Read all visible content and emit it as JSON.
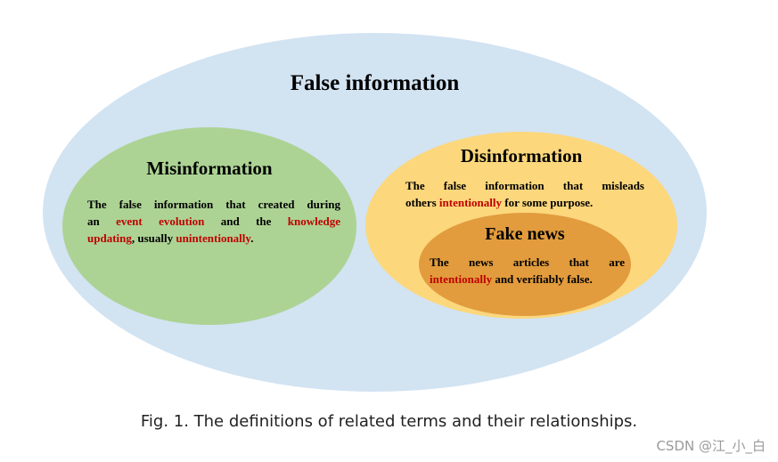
{
  "diagram": {
    "outer": {
      "title": "False information"
    },
    "misinformation": {
      "title": "Misinformation",
      "lines": [
        [
          "The false information that created during"
        ],
        [
          "an ",
          {
            "hl": "event evolution"
          },
          " and the ",
          {
            "hl": "knowledge"
          }
        ],
        [
          {
            "hl": "updating"
          },
          ", usually ",
          {
            "hl": "unintentionally"
          },
          "."
        ]
      ]
    },
    "disinformation": {
      "title": "Disinformation",
      "lines": [
        [
          "The false information that misleads"
        ],
        [
          "others ",
          {
            "hl": "intentionally"
          },
          " for some purpose."
        ]
      ]
    },
    "fake_news": {
      "title": "Fake news",
      "lines": [
        [
          "The news articles that are"
        ],
        [
          {
            "hl": "intentionally"
          },
          " and verifiably false."
        ]
      ]
    }
  },
  "caption": "Fig. 1.  The definitions of related terms and their relationships.",
  "watermark": "CSDN @江_小_白",
  "colors": {
    "outer": "#d2e3f2",
    "misinformation": "#acd394",
    "disinformation": "#fcd77c",
    "fake_news": "#e29c3d",
    "highlight": "#c00000"
  }
}
